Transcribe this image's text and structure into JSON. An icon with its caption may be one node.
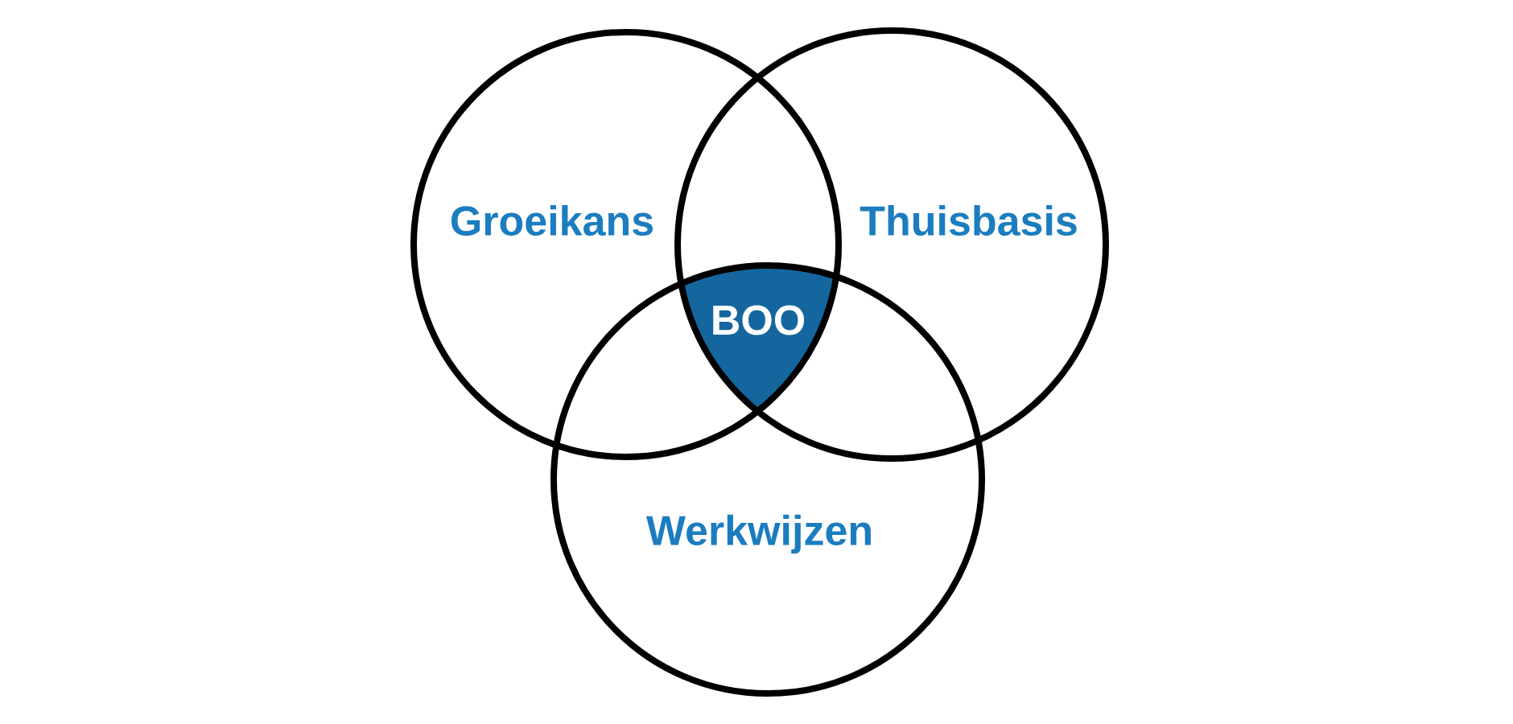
{
  "diagram": {
    "nodes": [
      {
        "text": [
          "Groeikans"
        ]
      },
      {
        "text": [
          "Thuisbasis"
        ]
      },
      {
        "text": [
          "BOO"
        ]
      },
      {
        "text": [
          "Werkwijzen"
        ]
      }
    ]
  }
}
